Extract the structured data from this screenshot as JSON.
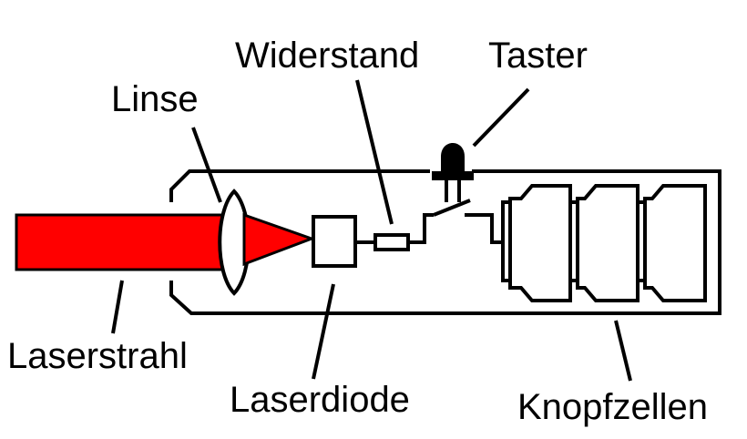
{
  "labels": {
    "widerstand": "Widerstand",
    "taster": "Taster",
    "linse": "Linse",
    "laserstrahl": "Laserstrahl",
    "laserdiode": "Laserdiode",
    "knopfzellen": "Knopfzellen"
  },
  "colors": {
    "beam": "#ff0000",
    "outline": "#000000",
    "background": "#ffffff"
  }
}
